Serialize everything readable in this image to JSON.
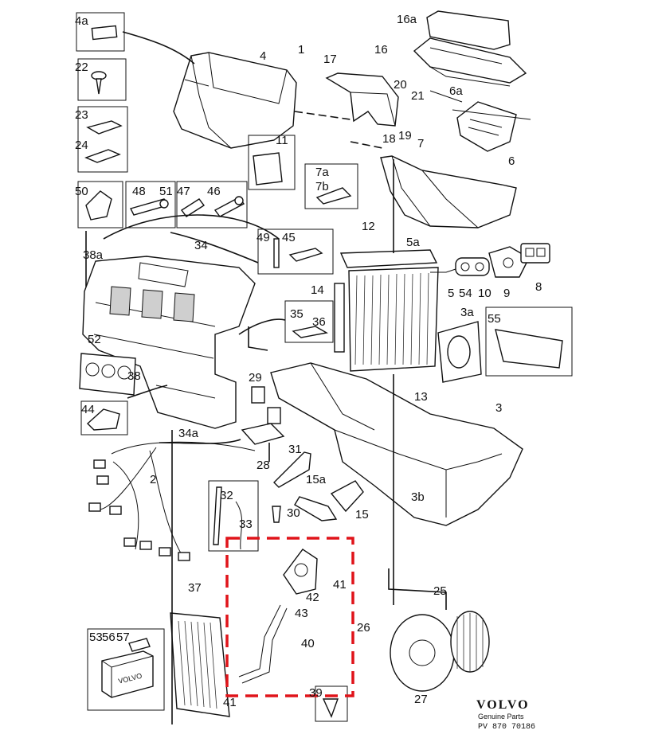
{
  "diagram": {
    "brand": "VOLVO",
    "subtitle": "Genuine Parts",
    "reference": "PV 870 70186",
    "labels": [
      {
        "id": "p4a",
        "text": "4a"
      },
      {
        "id": "p22",
        "text": "22"
      },
      {
        "id": "p23",
        "text": "23"
      },
      {
        "id": "p24",
        "text": "24"
      },
      {
        "id": "p4",
        "text": "4"
      },
      {
        "id": "p1",
        "text": "1"
      },
      {
        "id": "p17",
        "text": "17"
      },
      {
        "id": "p16a",
        "text": "16a"
      },
      {
        "id": "p16",
        "text": "16"
      },
      {
        "id": "p20",
        "text": "20"
      },
      {
        "id": "p21",
        "text": "21"
      },
      {
        "id": "p6a",
        "text": "6a"
      },
      {
        "id": "p18",
        "text": "18"
      },
      {
        "id": "p19",
        "text": "19"
      },
      {
        "id": "p7",
        "text": "7"
      },
      {
        "id": "p6",
        "text": "6"
      },
      {
        "id": "p11",
        "text": "11"
      },
      {
        "id": "p7a",
        "text": "7a"
      },
      {
        "id": "p7b",
        "text": "7b"
      },
      {
        "id": "p50",
        "text": "50"
      },
      {
        "id": "p48",
        "text": "48"
      },
      {
        "id": "p51",
        "text": "51"
      },
      {
        "id": "p47",
        "text": "47"
      },
      {
        "id": "p46",
        "text": "46"
      },
      {
        "id": "p12",
        "text": "12"
      },
      {
        "id": "p49",
        "text": "49"
      },
      {
        "id": "p45",
        "text": "45"
      },
      {
        "id": "p5a",
        "text": "5a"
      },
      {
        "id": "p34",
        "text": "34"
      },
      {
        "id": "p38a",
        "text": "38a"
      },
      {
        "id": "p10",
        "text": "10"
      },
      {
        "id": "p9",
        "text": "9"
      },
      {
        "id": "p8",
        "text": "8"
      },
      {
        "id": "p14",
        "text": "14"
      },
      {
        "id": "p5",
        "text": "5"
      },
      {
        "id": "p54",
        "text": "54"
      },
      {
        "id": "p3a",
        "text": "3a"
      },
      {
        "id": "p55",
        "text": "55"
      },
      {
        "id": "p35",
        "text": "35"
      },
      {
        "id": "p36",
        "text": "36"
      },
      {
        "id": "p52",
        "text": "52"
      },
      {
        "id": "p38",
        "text": "38"
      },
      {
        "id": "p29",
        "text": "29"
      },
      {
        "id": "p13",
        "text": "13"
      },
      {
        "id": "p3",
        "text": "3"
      },
      {
        "id": "p44",
        "text": "44"
      },
      {
        "id": "p34a",
        "text": "34a"
      },
      {
        "id": "p28",
        "text": "28"
      },
      {
        "id": "p31",
        "text": "31"
      },
      {
        "id": "p2",
        "text": "2"
      },
      {
        "id": "p15a",
        "text": "15a"
      },
      {
        "id": "p32",
        "text": "32"
      },
      {
        "id": "p33",
        "text": "33"
      },
      {
        "id": "p30",
        "text": "30"
      },
      {
        "id": "p15",
        "text": "15"
      },
      {
        "id": "p3b",
        "text": "3b"
      },
      {
        "id": "p41a",
        "text": "41"
      },
      {
        "id": "p42",
        "text": "42"
      },
      {
        "id": "p25",
        "text": "25"
      },
      {
        "id": "p37",
        "text": "37"
      },
      {
        "id": "p43",
        "text": "43"
      },
      {
        "id": "p40",
        "text": "40"
      },
      {
        "id": "p26",
        "text": "26"
      },
      {
        "id": "p53",
        "text": "53"
      },
      {
        "id": "p56",
        "text": "56"
      },
      {
        "id": "p57",
        "text": "57"
      },
      {
        "id": "p39",
        "text": "39"
      },
      {
        "id": "p41b",
        "text": "41"
      },
      {
        "id": "p27",
        "text": "27"
      }
    ],
    "box_text": "VOLVO"
  }
}
